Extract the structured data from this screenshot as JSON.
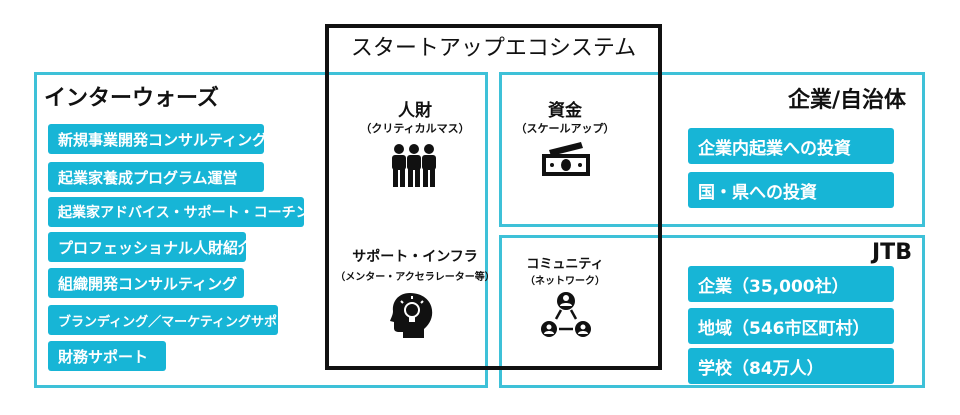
{
  "ecosystem": {
    "title": "スタートアップエコシステム",
    "talent": {
      "label": "人財",
      "sub": "（クリティカルマス）",
      "icon": "people-group-icon"
    },
    "support": {
      "label": "サポート・インフラ",
      "sub": "（メンター・アクセラレーター等）",
      "icon": "head-lightbulb-icon"
    },
    "funding": {
      "label": "資金",
      "sub": "（スケールアップ）",
      "icon": "money-bill-icon"
    },
    "community": {
      "label": "コミュニティ",
      "sub": "（ネットワーク）",
      "icon": "network-people-icon"
    }
  },
  "interwoes": {
    "title": "インターウォーズ",
    "items": [
      "新規事業開発コンサルティング",
      "起業家養成プログラム運営",
      "起業家アドバイス・サポート・コーチング",
      "プロフェッショナル人財紹介",
      "組織開発コンサルティング",
      "ブランディング／マーケティングサポート",
      "財務サポート"
    ]
  },
  "corporate": {
    "title": "企業/自治体",
    "items": [
      "企業内起業への投資",
      "国・県への投資"
    ]
  },
  "jtb": {
    "title": "JTB",
    "items": [
      "企業（35,000社）",
      "地域（546市区町村）",
      "学校（84万人）"
    ]
  },
  "colors": {
    "cyan_frame": "#3ec1d8",
    "pill": "#17b5d6",
    "black": "#111111"
  }
}
